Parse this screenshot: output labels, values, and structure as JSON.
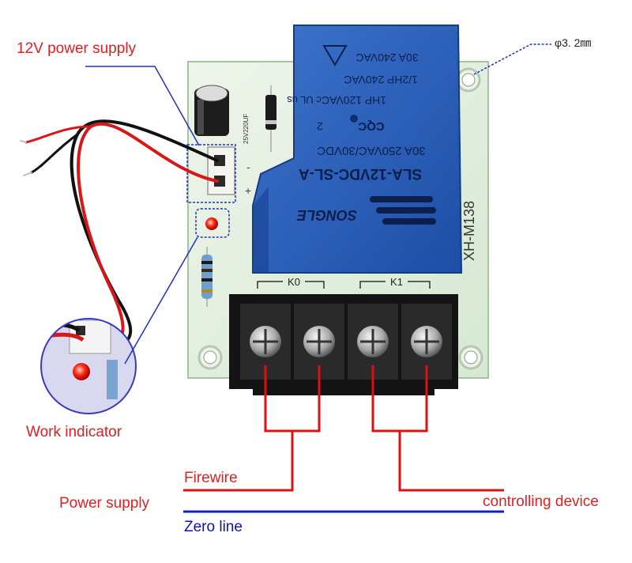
{
  "labels": {
    "power_12v": "12V power supply",
    "hole_size": "φ3. 2㎜",
    "work_indicator": "Work indicator",
    "firewire": "Firewire",
    "power_supply": "Power supply",
    "controlling_device": "controlling device",
    "zero_line": "Zero line"
  },
  "board": {
    "model": "XH-M138",
    "terminal_k0": "K0",
    "terminal_k1": "K1",
    "capacitor": "25V220UF",
    "plus_mark": "+",
    "minus_mark": "-"
  },
  "relay": {
    "brand": "SONGLE",
    "model": "SLA-12VDC-SL-A",
    "rating_1": "30A 250VAC/30VDC",
    "cert": "CQC",
    "pin_mark": "2",
    "ul_mark": "c UL us",
    "rating_2": "1HP 120VAC",
    "rating_3": "1/2HP 240VAC",
    "rating_4": "30A 240VAC"
  },
  "colors": {
    "accent_red": "#e01010",
    "zero_line_blue": "#1020c0",
    "leader_blue": "#2030c0",
    "label_red": "#e02020",
    "label_blue": "#1010b0",
    "pcb_green": "#dfeedb",
    "relay_blue": "#2458b4",
    "terminal_black": "#141414"
  }
}
